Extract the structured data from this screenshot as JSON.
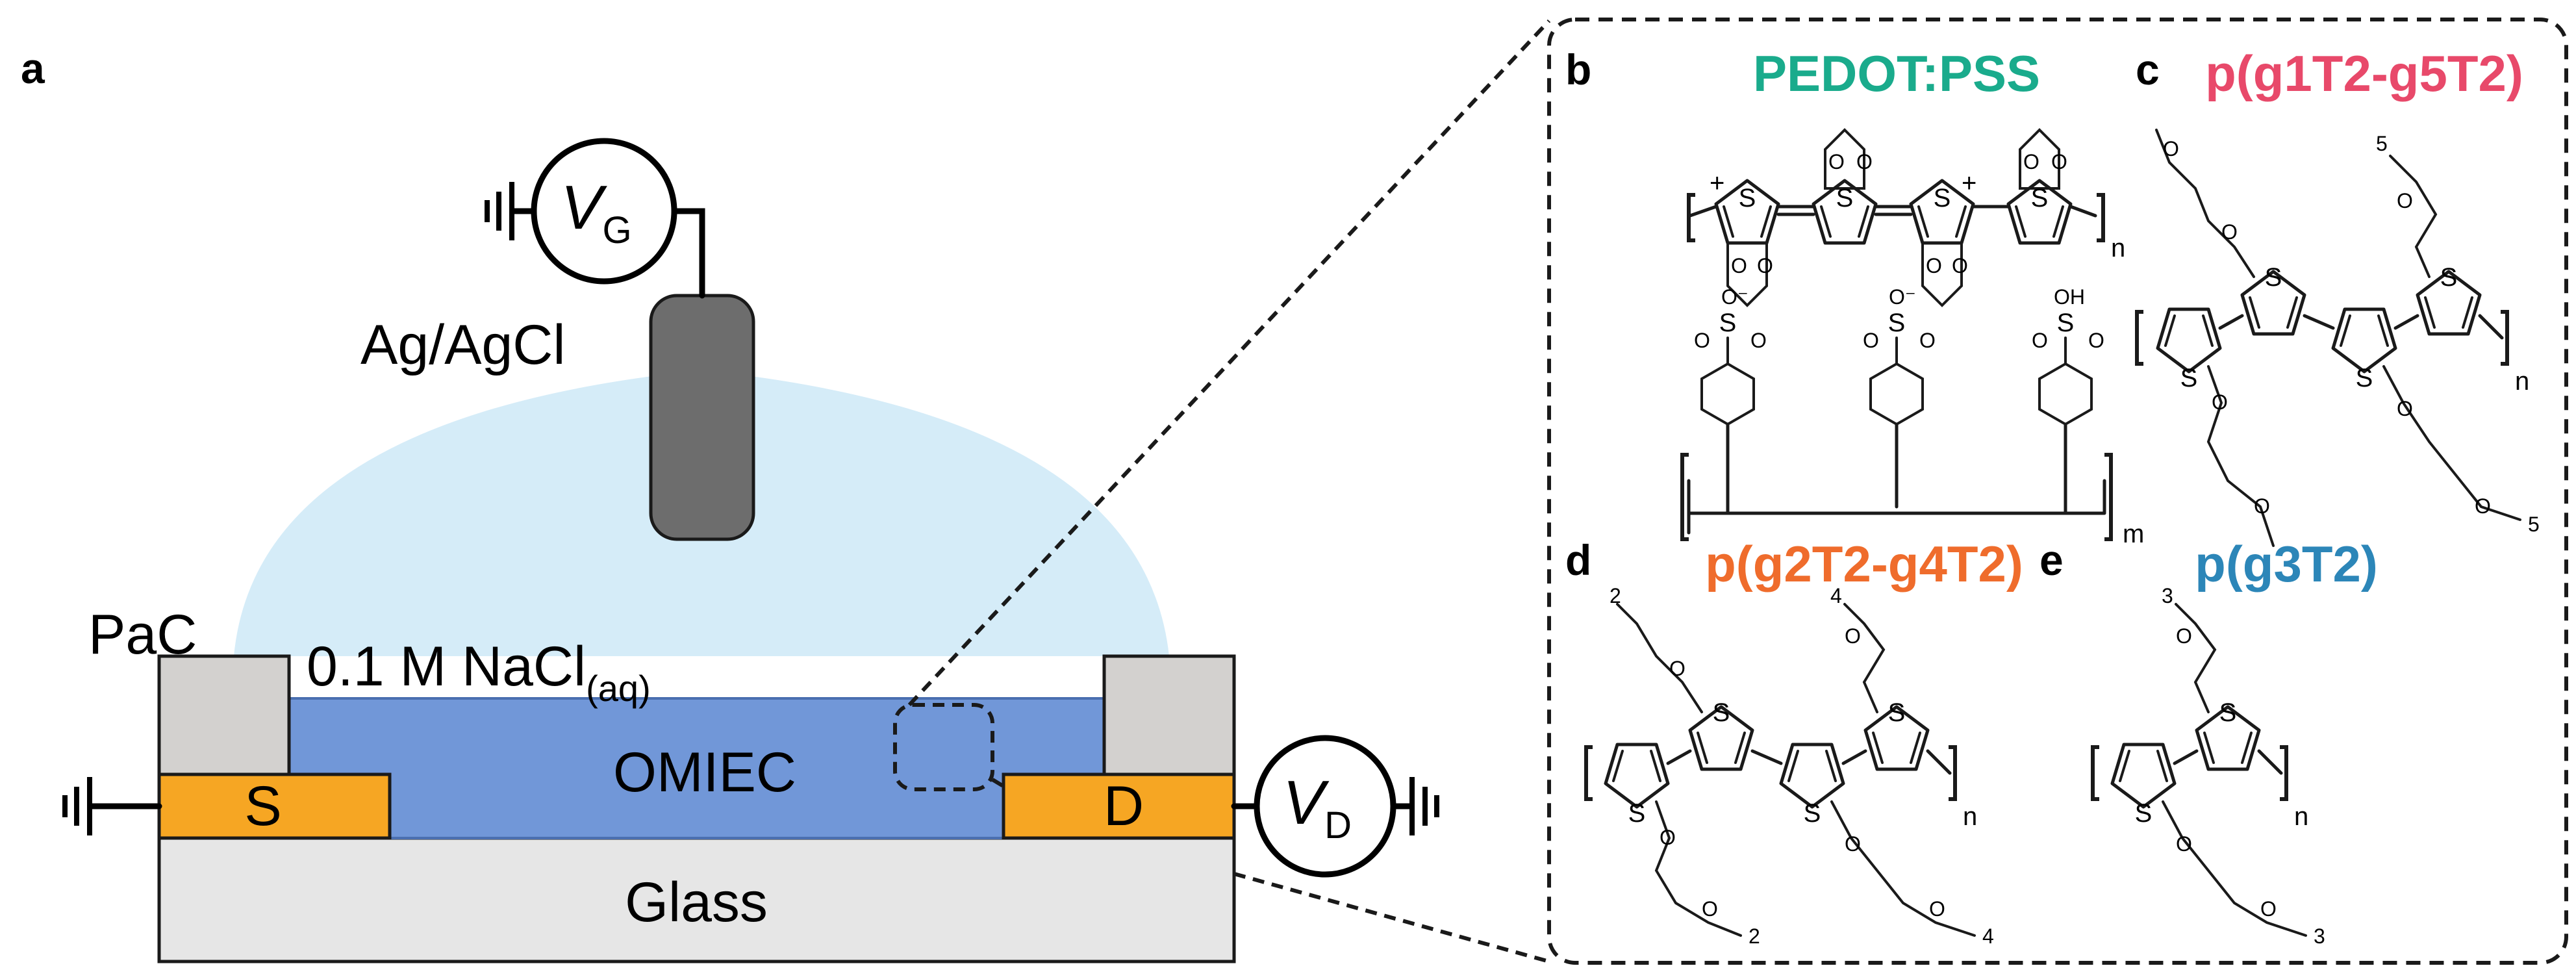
{
  "panels": {
    "a": {
      "letter": "a",
      "labels": {
        "electrode": "Ag/AgCl",
        "passivation": "PaC",
        "electrolyte": "0.1 M NaCl",
        "electrolyte_sub": "(aq)",
        "channel": "OMIEC",
        "source": "S",
        "drain": "D",
        "substrate": "Glass",
        "gate_voltage_main": "V",
        "gate_voltage_sub": "G",
        "drain_voltage_main": "V",
        "drain_voltage_sub": "D"
      }
    },
    "b": {
      "letter": "b",
      "title": "PEDOT:PSS",
      "atoms": {
        "sulfur": "S",
        "oxygen": "O",
        "oxygen_anion": "O⁻",
        "hydroxyl": "OH",
        "charge_plus": "+",
        "charge_minus": "-",
        "repeat_n": "n",
        "repeat_m": "m"
      }
    },
    "c": {
      "letter": "c",
      "title": "p(g1T2-g5T2)",
      "atoms": {
        "sulfur": "S",
        "oxygen": "O",
        "repeat_n": "n",
        "count_a": "5",
        "count_b": "5"
      }
    },
    "d": {
      "letter": "d",
      "title": "p(g2T2-g4T2)",
      "atoms": {
        "sulfur": "S",
        "oxygen": "O",
        "repeat_n": "n",
        "count_a": "2",
        "count_b": "4",
        "count_c": "2",
        "count_d": "4"
      }
    },
    "e": {
      "letter": "e",
      "title": "p(g3T2)",
      "atoms": {
        "sulfur": "S",
        "oxygen": "O",
        "repeat_n": "n",
        "count_a": "3",
        "count_b": "3"
      }
    }
  },
  "colors": {
    "electrolyte": "#d5ecf8",
    "channel": "#7197d8",
    "channel_edge": "#4a6fb0",
    "passivation": "#d3d1cf",
    "contact": "#f6a623",
    "substrate": "#e6e6e6",
    "electrode": "#6d6d6d",
    "pedot_title": "#1aab8c",
    "g1g5_title": "#e8496a",
    "g2g4_title": "#ef6c2c",
    "g3_title": "#2c86b8"
  }
}
